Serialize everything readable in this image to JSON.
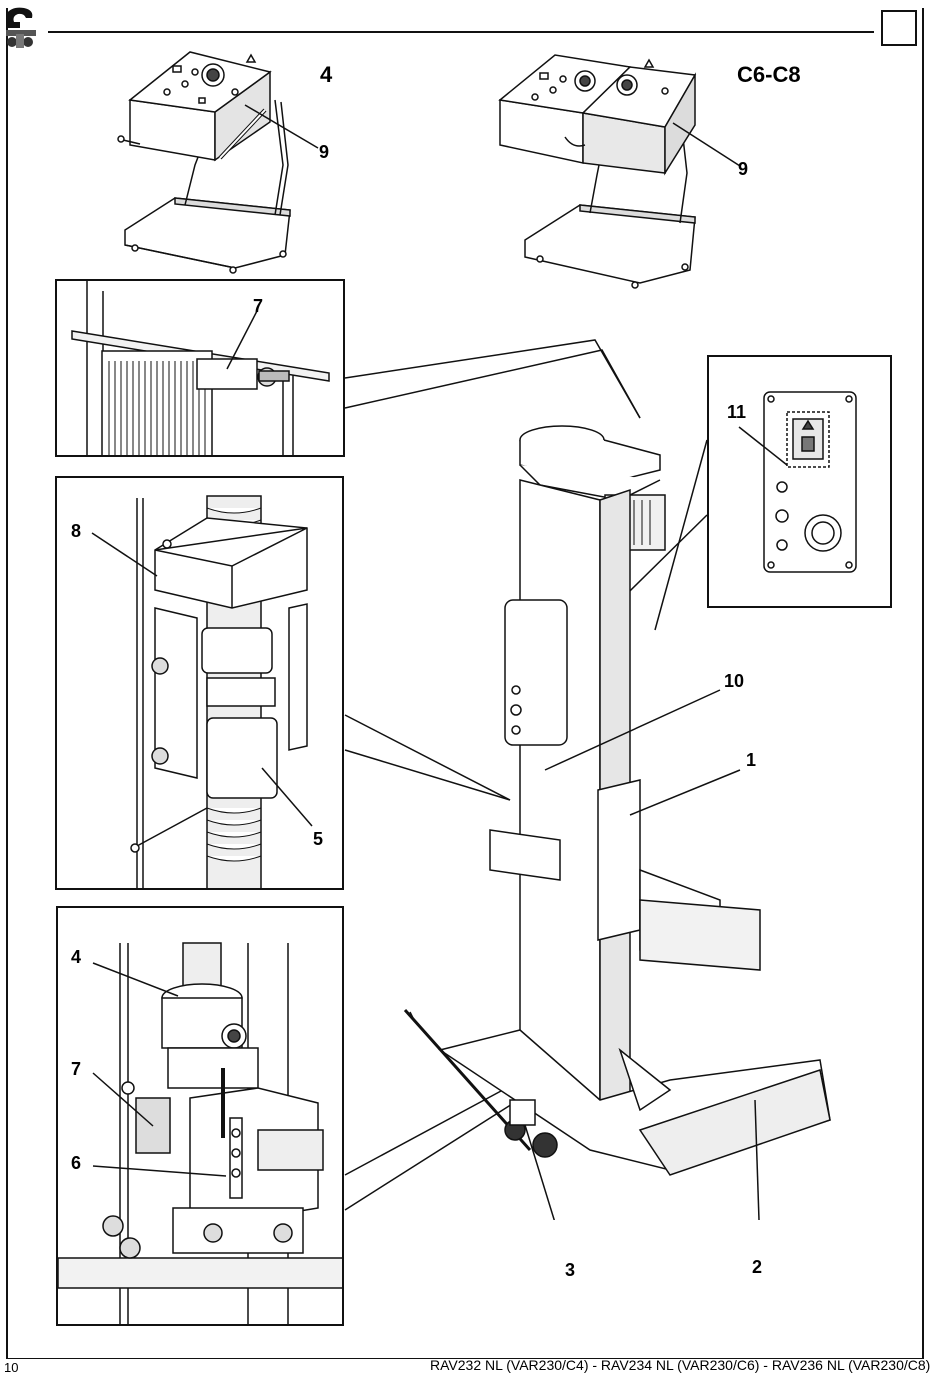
{
  "page": {
    "number": "10"
  },
  "footer": {
    "models": "RAV232 NL (VAR230/C4) - RAV234 NL (VAR230/C6) - RAV236 NL (VAR230/C8)"
  },
  "variants": {
    "single": "4",
    "double": "C6-C8"
  },
  "callouts": {
    "console_single": "9",
    "console_double": "9",
    "limit_switch_top": "7",
    "nut": "8",
    "safety_nut": "5",
    "control_panel": "11",
    "handle": "10",
    "column": "1",
    "fork": "2",
    "wheel_pump": "3",
    "motor": "4",
    "limit_switch_bottom": "7",
    "safety_device": "6"
  },
  "colors": {
    "line": "#111111",
    "shade": "#dcdcdc",
    "dark": "#555555"
  }
}
